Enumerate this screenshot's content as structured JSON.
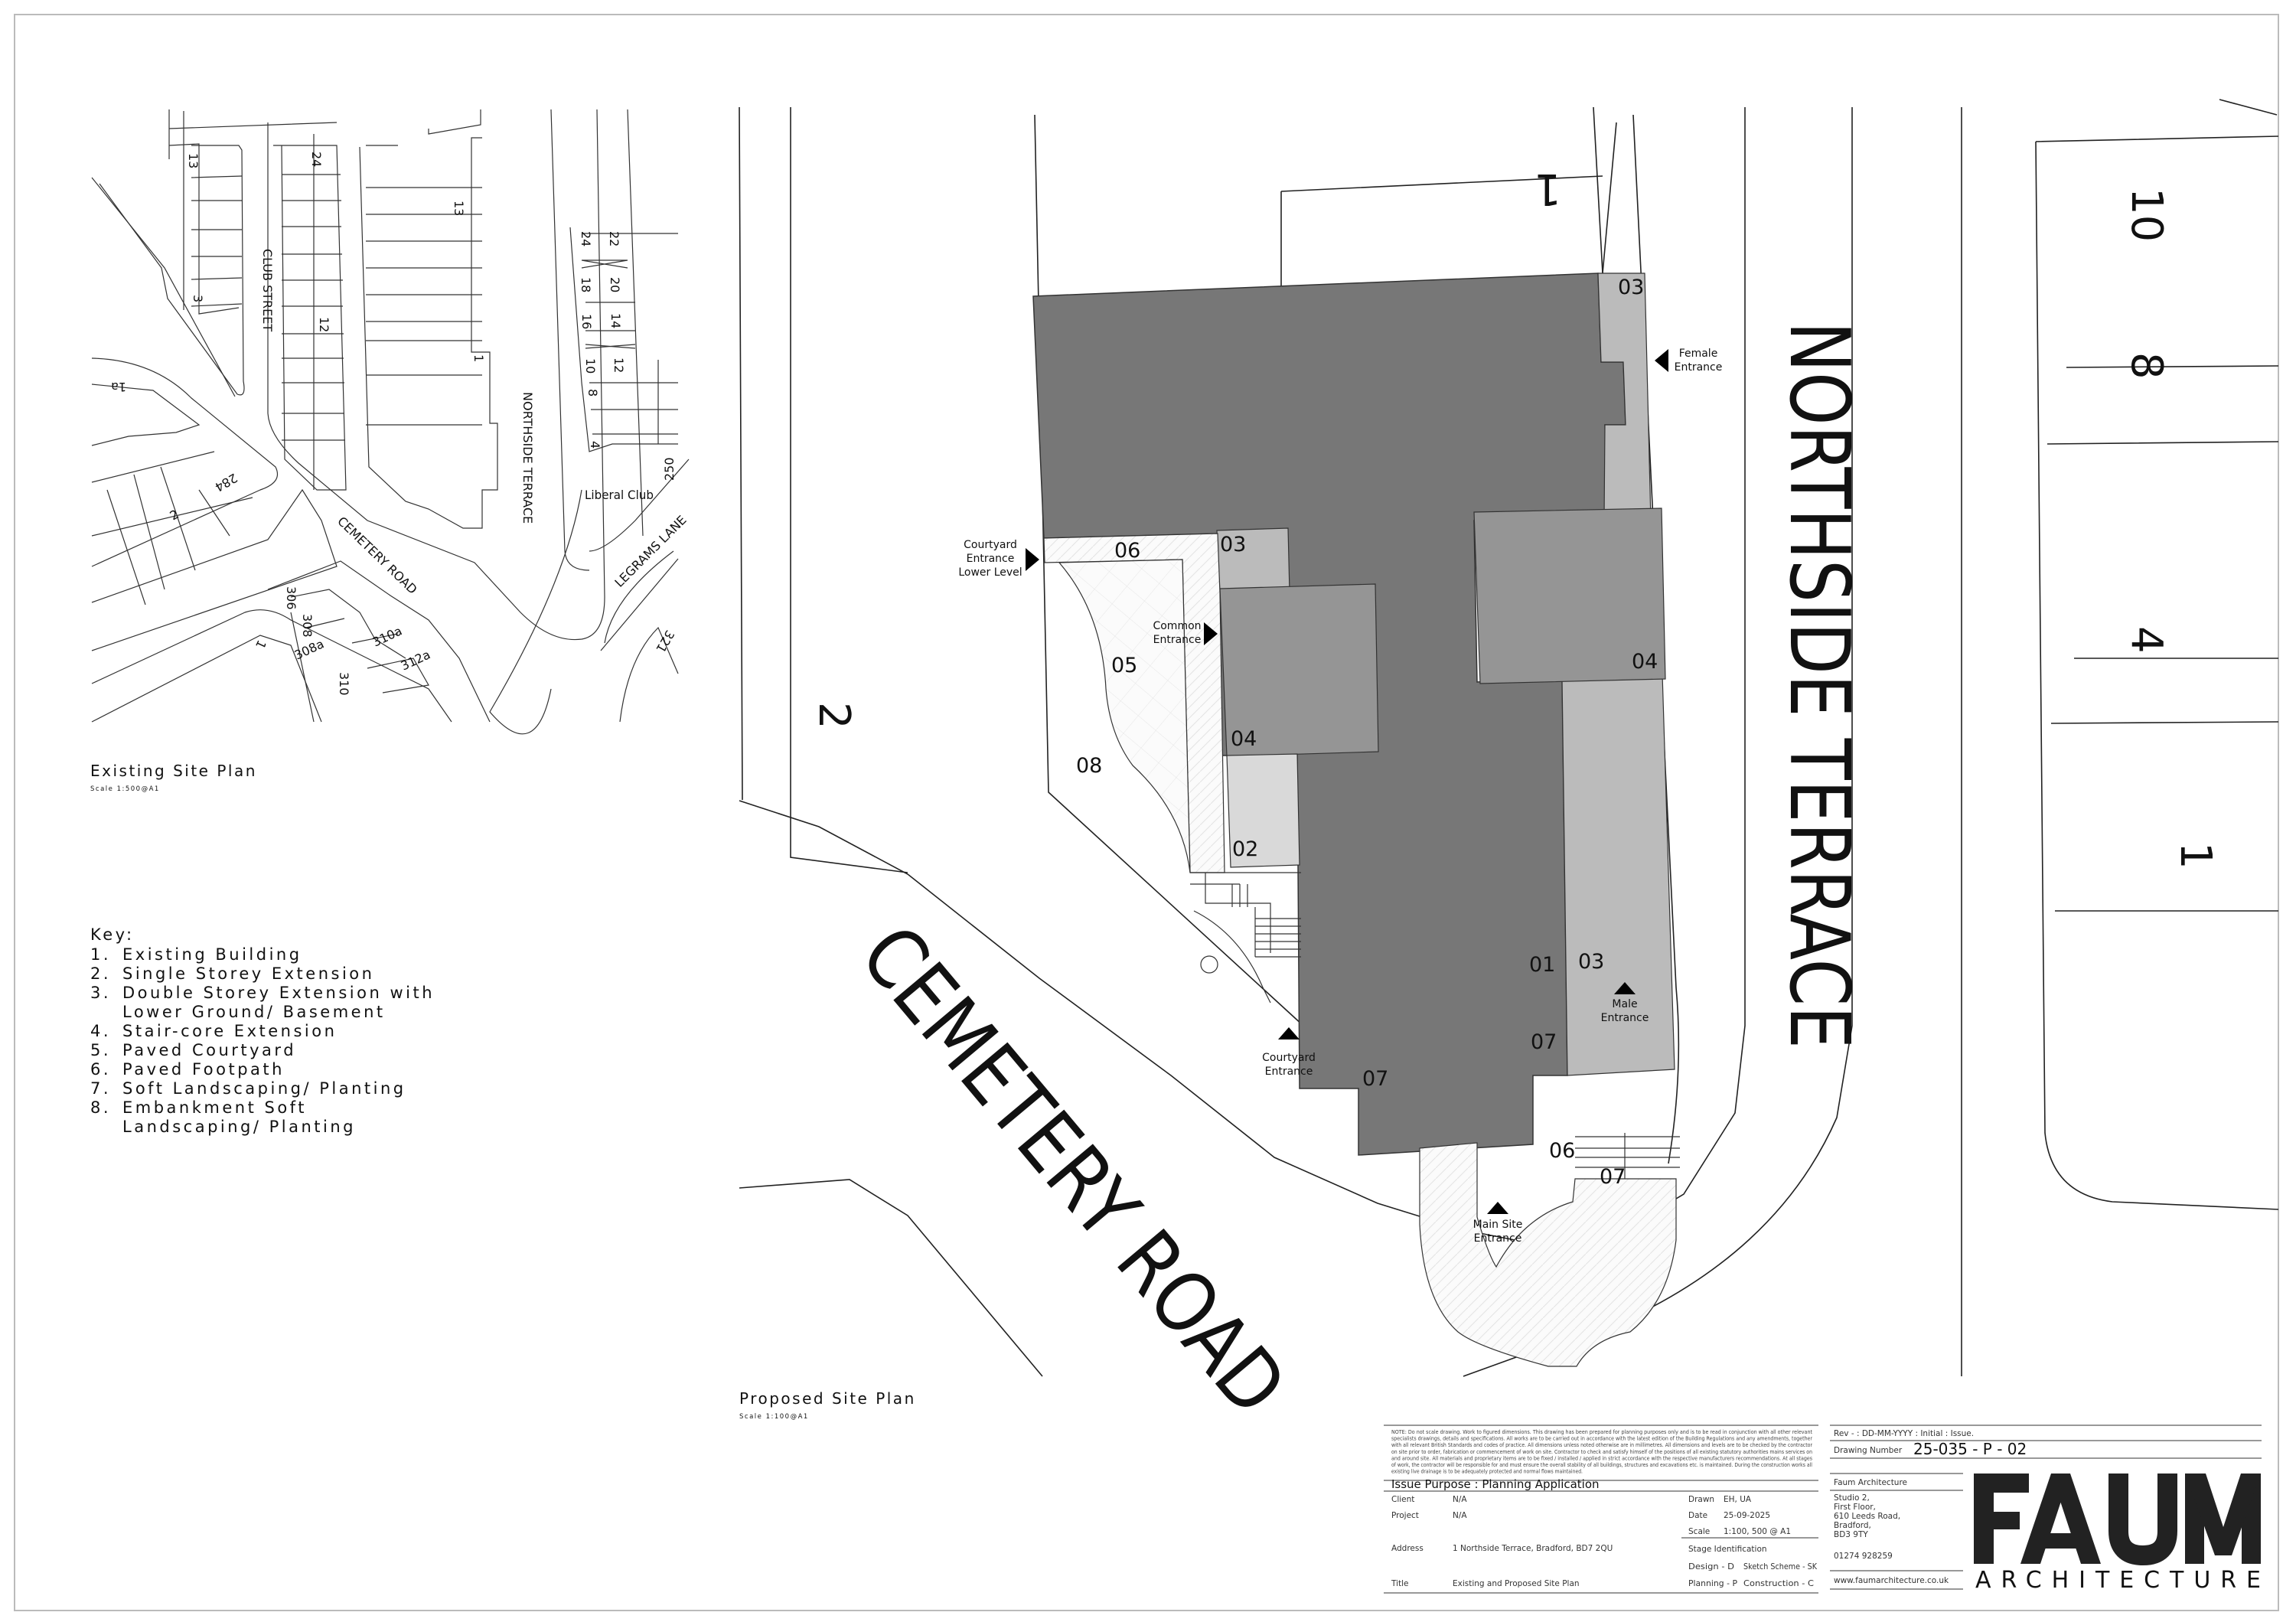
{
  "existing_plan": {
    "title": "Existing Site Plan",
    "scale": "Scale 1:500@A1",
    "labels": {
      "club_street": "CLUB STREET",
      "northside_terrace": "NORTHSIDE TERRACE",
      "cemetery_road": "CEMETERY ROAD",
      "legrams_lane": "LEGRAMS LANE",
      "liberal_club": "Liberal Club",
      "numbers": [
        "13",
        "24",
        "13",
        "3",
        "12",
        "24",
        "22",
        "18",
        "20",
        "16",
        "14",
        "10",
        "12",
        "8",
        "4",
        "1",
        "250",
        "1a",
        "284",
        "2",
        "306",
        "308",
        "308a",
        "310a",
        "312a",
        "310",
        "1",
        "321"
      ]
    }
  },
  "key": {
    "heading": "Key:",
    "items": [
      {
        "n": "1.",
        "text": "Existing Building"
      },
      {
        "n": "2.",
        "text": "Single Storey Extension"
      },
      {
        "n": "3.",
        "text": "Double Storey Extension with",
        "text2": "Lower Ground/ Basement"
      },
      {
        "n": "4.",
        "text": "Stair-core Extension"
      },
      {
        "n": "5.",
        "text": "Paved Courtyard"
      },
      {
        "n": "6.",
        "text": "Paved Footpath"
      },
      {
        "n": "7.",
        "text": "Soft Landscaping/ Planting"
      },
      {
        "n": "8.",
        "text": "Embankment Soft",
        "text2": "Landscaping/ Planting"
      }
    ]
  },
  "proposed_plan": {
    "title": "Proposed Site Plan",
    "scale": "Scale 1:100@A1",
    "roads": {
      "northside_terrace": "NORTHSIDE TERRACE",
      "cemetery_road": "CEMETERY ROAD"
    },
    "plot_numbers": {
      "p1": "1",
      "p2": "2",
      "p10": "10",
      "p8": "8",
      "p4": "4",
      "pI": "1"
    },
    "zones": [
      "03",
      "06",
      "03",
      "05",
      "04",
      "04",
      "08",
      "02",
      "01",
      "03",
      "07",
      "07",
      "06",
      "07"
    ],
    "entrances": {
      "female": [
        "Female",
        "Entrance"
      ],
      "courtyard_lower": [
        "Courtyard",
        "Entrance",
        "Lower Level"
      ],
      "common": [
        "Common",
        "Entrance"
      ],
      "courtyard": [
        "Courtyard",
        "Entrance"
      ],
      "male": [
        "Male",
        "Entrance"
      ],
      "main_site": [
        "Main Site",
        "Entrance"
      ]
    },
    "colors": {
      "existing_building": "#777777",
      "stair_core": "#959595",
      "double_storey": "#bbbbbb",
      "single_storey": "#d9d9d9"
    }
  },
  "title_block": {
    "note": [
      "NOTE: Do not scale drawing. Work to figured dimensions. This drawing has been prepared for planning purposes only and is to be read in conjunction with all other relevant",
      "specialists drawings, details and specifications. All works are to be carried out in accordance with the latest edition of the Building Regulations and any amendments, together",
      "with all relevant British Standards and codes of practice. All dimensions unless noted otherwise are in millimetres. All dimensions and levels are to be checked by the contractor",
      "on site prior to order, fabrication or commencement of work on site. Contractor to check and satisfy himself of the positions of all existing statutory authorities mains services on",
      "and around site. All materials and proprietary items are to be fixed / installed / applied in strict accordance with the respective manufacturers recommendations. At all stages",
      "of work, the contractor will be responsible for and must ensure the overall stability of all buildings, structures and excavations etc. is maintained. During the construction works all",
      "existing live drainage is to be adequately protected and normal flows maintained."
    ],
    "issue_purpose": "Issue Purpose : Planning Application",
    "client_label": "Client",
    "client": "N/A",
    "project_label": "Project",
    "project": "N/A",
    "address_label": "Address",
    "address": "1 Northside Terrace, Bradford, BD7 2QU",
    "title_label": "Title",
    "title": "Existing and Proposed Site Plan",
    "drawn_label": "Drawn",
    "drawn": "EH, UA",
    "date_label": "Date",
    "date": "25-09-2025",
    "scale_label": "Scale",
    "scale": "1:100, 500 @ A1",
    "stage_label": "Stage Identification",
    "stage_design": "Design - D",
    "stage_sketch": "Sketch Scheme - SK",
    "stage_planning": "Planning - P",
    "stage_construction": "Construction - C",
    "rev": "Rev  - : DD-MM-YYYY : Initial : Issue.",
    "drawing_number_label": "Drawing Number",
    "drawing_number": "25-035 -  P  -  02",
    "company": "Faum Architecture",
    "address_lines": [
      "Studio 2,",
      "First Floor,",
      "610 Leeds Road,",
      "Bradford,",
      "BD3 9TY"
    ],
    "phone": "01274 928259",
    "website": "www.faumarchitecture.co.uk",
    "logo_main": "FAUM",
    "logo_sub": "ARCHITECTURE"
  }
}
